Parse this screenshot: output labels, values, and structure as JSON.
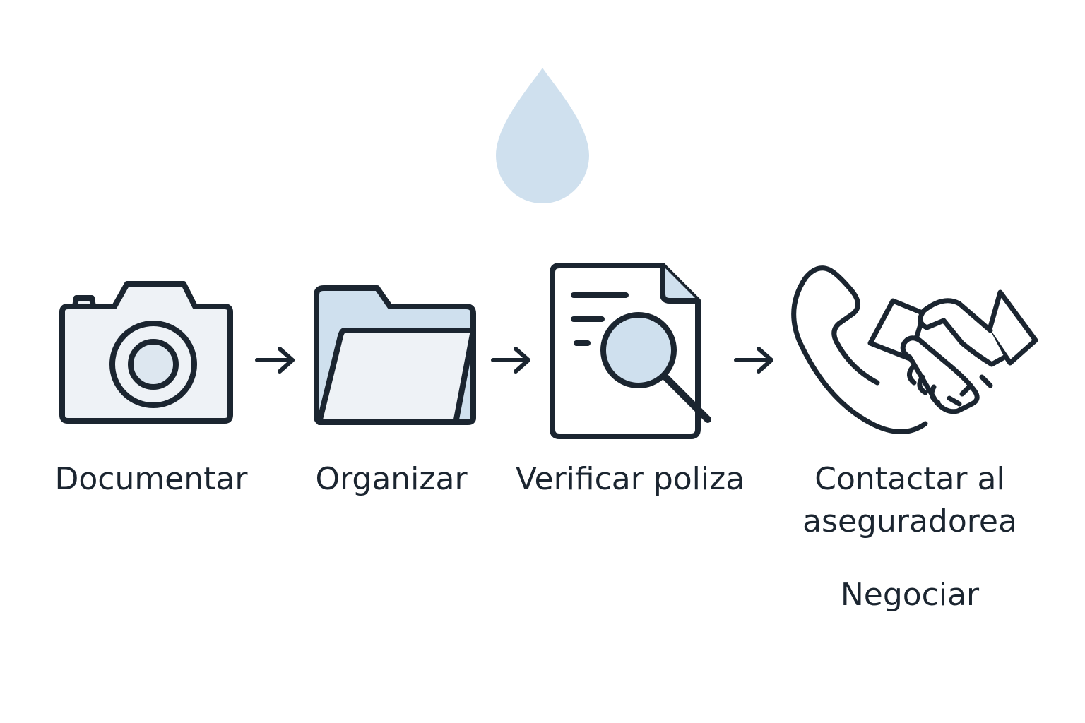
{
  "colors": {
    "stroke": "#1b2530",
    "accent_fill": "#cfe0ee",
    "light_fill": "#eef2f6"
  },
  "drop": {
    "icon": "water-drop-icon"
  },
  "steps": [
    {
      "icon": "camera-icon",
      "label": "Documentar"
    },
    {
      "icon": "folder-icon",
      "label": "Organizar"
    },
    {
      "icon": "document-search-icon",
      "label": "Verificar poliza"
    },
    {
      "icon": "phone-handshake-icon",
      "label_line1": "Contactar al",
      "label_line2": "aseguradorea"
    }
  ],
  "final_step": {
    "label": "Negociar"
  },
  "arrows": {
    "icon": "arrow-right-icon"
  }
}
